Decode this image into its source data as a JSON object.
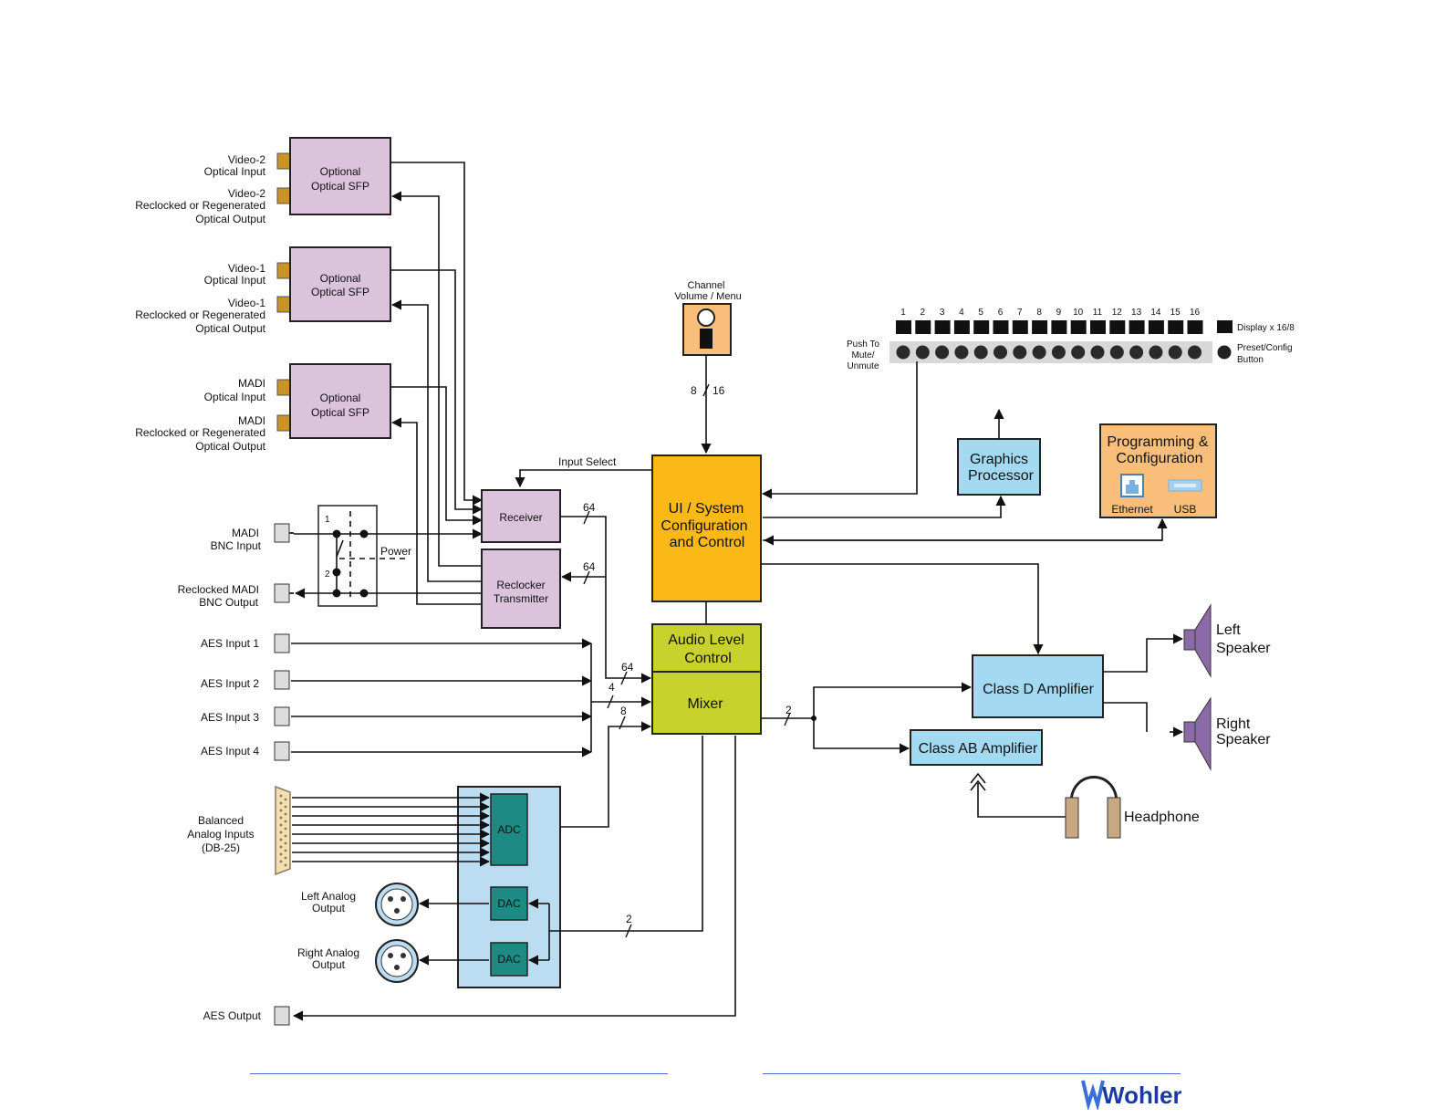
{
  "sfp_blocks": [
    {
      "label": [
        "Optional",
        "Optical SFP"
      ],
      "input": [
        "Video-2",
        "Optical Input"
      ],
      "output": [
        "Video-2",
        "Reclocked or Regenerated",
        "Optical Output"
      ]
    },
    {
      "label": [
        "Optional",
        "Optical SFP"
      ],
      "input": [
        "Video-1",
        "Optical Input"
      ],
      "output": [
        "Video-1",
        "Reclocked or Regenerated",
        "Optical Output"
      ]
    },
    {
      "label": [
        "Optional",
        "Optical SFP"
      ],
      "input": [
        "MADI",
        "Optical Input"
      ],
      "output": [
        "MADI",
        "Reclocked or Regenerated",
        "Optical Output"
      ]
    }
  ],
  "madi": {
    "bnc_input": [
      "MADI",
      "BNC Input"
    ],
    "bnc_output": [
      "Reclocked MADI",
      "BNC Output"
    ],
    "switch_positions": [
      "1",
      "2"
    ],
    "power_label": "Power"
  },
  "receiver": {
    "label": "Receiver",
    "bus": "64"
  },
  "reclocker": {
    "label": [
      "Reclocker",
      "Transmitter"
    ],
    "bus": "64"
  },
  "aes_inputs": [
    "AES Input 1",
    "AES Input 2",
    "AES Input 3",
    "AES Input 4"
  ],
  "analog_inputs": [
    "Balanced",
    "Analog Inputs",
    "(DB-25)"
  ],
  "adc_label": "ADC",
  "dac_label": "DAC",
  "analog_outputs": [
    [
      "Left Analog",
      "Output"
    ],
    [
      "Right Analog",
      "Output"
    ]
  ],
  "aes_output": "AES Output",
  "channel_knob": [
    "Channel",
    "Volume / Menu"
  ],
  "knob_bus": [
    "8",
    "16"
  ],
  "input_select": "Input Select",
  "ui_block": [
    "UI / System",
    "Configuration",
    "and Control"
  ],
  "audio_level": [
    "Audio Level",
    "Control"
  ],
  "mixer": "Mixer",
  "bus_labels": {
    "mixer_in_64": "64",
    "aes_4": "4",
    "adc_8": "8",
    "mixer_out_2": "2",
    "dac_2": "2"
  },
  "front_panel": {
    "channels": [
      "1",
      "2",
      "3",
      "4",
      "5",
      "6",
      "7",
      "8",
      "9",
      "10",
      "11",
      "12",
      "13",
      "14",
      "15",
      "16"
    ],
    "display_label": "Display x 16/8",
    "preset_label": [
      "Preset/Config",
      "Button"
    ],
    "push_label": [
      "Push To",
      "Mute/",
      "Unmute"
    ]
  },
  "graphics": [
    "Graphics",
    "Processor"
  ],
  "programming": {
    "title": [
      "Programming &",
      "Configuration"
    ],
    "ports": [
      "Ethernet",
      "USB"
    ]
  },
  "class_d": "Class D Amplifier",
  "class_ab": "Class AB Amplifier",
  "speakers": [
    [
      "Left",
      "Speaker"
    ],
    [
      "Right",
      "Speaker"
    ]
  ],
  "headphone": "Headphone",
  "brand": "Wohler",
  "colors": {
    "sfp": "#dcc3dc",
    "ui": "#fbb918",
    "audio": "#c8d22d",
    "amp": "#a4d9f2",
    "prog": "#f9bf7a",
    "adc": "#1e8a84",
    "analog_panel": "#bcdcf2",
    "connector": "#c89428"
  }
}
